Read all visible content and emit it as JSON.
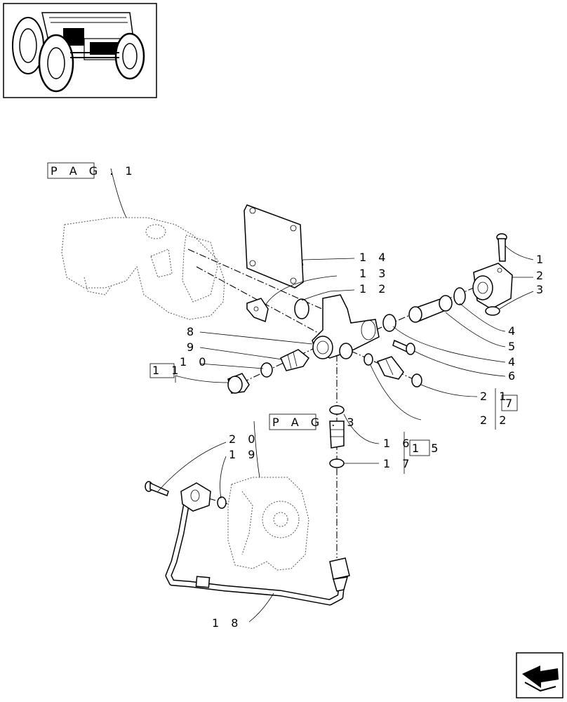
{
  "refs": {
    "pag1": "P A G . 1",
    "pag3": "P A G . 3"
  },
  "callouts": {
    "c1": "1",
    "c2": "2",
    "c3": "3",
    "c4a": "4",
    "c4b": "4",
    "c5": "5",
    "c6": "6",
    "c7": "7",
    "c8": "8",
    "c9": "9",
    "c10": "1 0",
    "c11": "1 1",
    "c12": "1 2",
    "c13": "1 3",
    "c14": "1 4",
    "c15": "1 5",
    "c16": "1 6",
    "c17": "1 7",
    "c18": "1 8",
    "c19": "1 9",
    "c20": "2 0",
    "c21": "2 1",
    "c22": "2 2"
  },
  "icons": {
    "thumbnail": "tractor-thumbnail-icon",
    "navigation": "next-page-arrow-icon"
  }
}
